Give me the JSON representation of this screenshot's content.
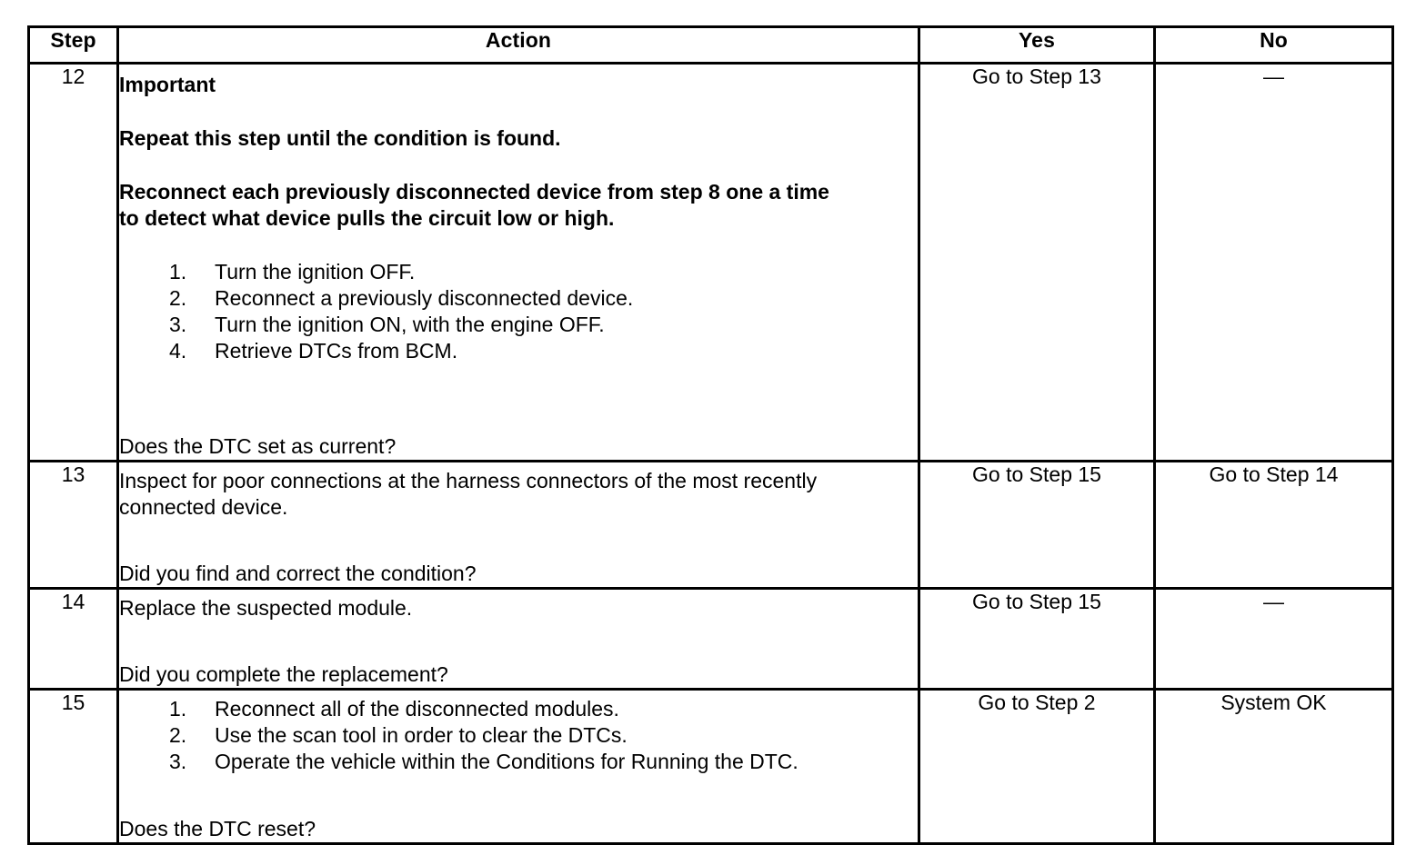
{
  "table": {
    "headers": {
      "step": "Step",
      "action": "Action",
      "yes": "Yes",
      "no": "No"
    },
    "rows": [
      {
        "step": "12",
        "important_label": "Important",
        "important_note": "Repeat this step until the condition is found.",
        "instruction": "Reconnect each previously disconnected device from step 8 one a time\nto detect what device pulls the circuit low or high.",
        "list": [
          {
            "num": "1.",
            "text": "Turn the ignition OFF."
          },
          {
            "num": "2.",
            "text": "Reconnect a previously disconnected device."
          },
          {
            "num": "3.",
            "text": "Turn the ignition ON, with the engine OFF."
          },
          {
            "num": "4.",
            "text": "Retrieve DTCs from BCM."
          }
        ],
        "question": "Does the DTC set as current?",
        "yes": "Go to Step 13",
        "no": "—"
      },
      {
        "step": "13",
        "statement": "Inspect for poor connections at the harness connectors of the most recently\nconnected device.",
        "question": "Did you find and correct the condition?",
        "yes": "Go to Step 15",
        "no": "Go to Step 14"
      },
      {
        "step": "14",
        "statement": "Replace the suspected module.",
        "question": "Did you complete the replacement?",
        "yes": "Go to Step 15",
        "no": "—"
      },
      {
        "step": "15",
        "list": [
          {
            "num": "1.",
            "text": "Reconnect all of the disconnected modules."
          },
          {
            "num": "2.",
            "text": "Use the scan tool in order to clear the DTCs."
          },
          {
            "num": "3.",
            "text": "Operate the vehicle within the Conditions for Running the DTC."
          }
        ],
        "question": "Does the DTC reset?",
        "yes": "Go to Step 2",
        "no": "System OK"
      }
    ]
  },
  "colors": {
    "border": "#000000",
    "text": "#000000",
    "background": "#ffffff"
  }
}
